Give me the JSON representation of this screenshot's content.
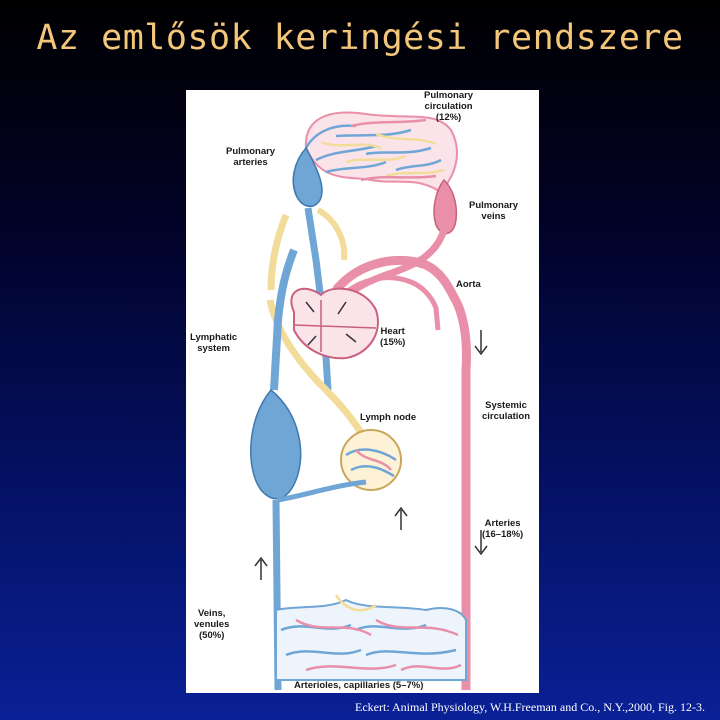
{
  "slide": {
    "title": "Az emlősök keringési rendszere"
  },
  "figure": {
    "labels": {
      "pulmonary_circulation": "Pulmonary\ncirculation\n(12%)",
      "pulmonary_arteries": "Pulmonary\narteries",
      "pulmonary_veins": "Pulmonary\nveins",
      "aorta": "Aorta",
      "lymphatic_system": "Lymphatic\nsystem",
      "heart": "Heart\n(15%)",
      "lymph_node": "Lymph node",
      "systemic_circulation": "Systemic\ncirculation",
      "arteries": "Arteries\n(16–18%)",
      "veins_venules": "Veins,\nvenules\n(50%)",
      "arterioles_capillaries": "Arterioles, capillaries (5–7%)"
    },
    "colors": {
      "venous_blue": "#6fa6d6",
      "arterial_pink": "#e98fa9",
      "lymph_yellow": "#f3dc9a"
    }
  },
  "citation": "Eckert: Animal Physiology, W.H.Freeman and Co., N.Y.,2000, Fig. 12-3."
}
